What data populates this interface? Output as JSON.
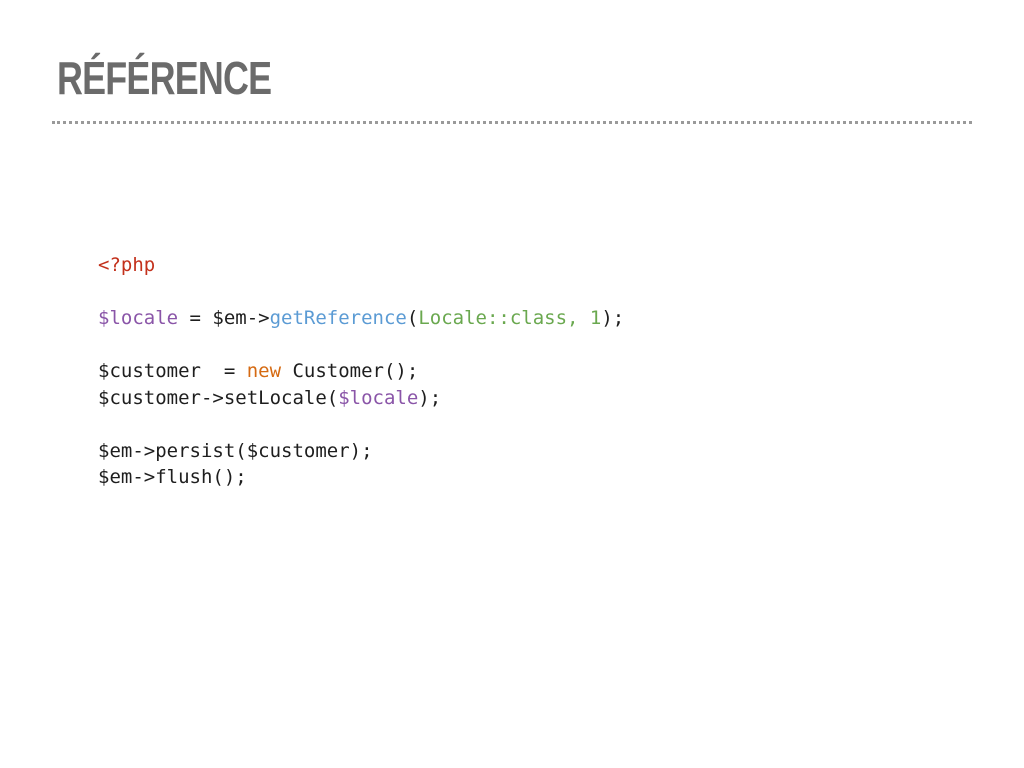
{
  "slide": {
    "title": "RÉFÉRENCE"
  },
  "code": {
    "colors": {
      "tag": "#c3311c",
      "variable": "#8a55a8",
      "function": "#5b9bd4",
      "string": "#6aa84f",
      "keyword": "#d56a12",
      "plain": "#1e1e1e"
    },
    "lines": [
      {
        "tokens": [
          {
            "t": "<?php",
            "c": "tag"
          }
        ]
      },
      {
        "tokens": []
      },
      {
        "tokens": [
          {
            "t": "$locale",
            "c": "var"
          },
          {
            "t": " = $em->",
            "c": "plain"
          },
          {
            "t": "getReference",
            "c": "func"
          },
          {
            "t": "(",
            "c": "plain"
          },
          {
            "t": "Locale::class, 1",
            "c": "str"
          },
          {
            "t": ");",
            "c": "plain"
          }
        ]
      },
      {
        "tokens": []
      },
      {
        "tokens": [
          {
            "t": "$customer  = ",
            "c": "plain"
          },
          {
            "t": "new",
            "c": "kw"
          },
          {
            "t": " Customer();",
            "c": "plain"
          }
        ]
      },
      {
        "tokens": [
          {
            "t": "$customer->setLocale(",
            "c": "plain"
          },
          {
            "t": "$locale",
            "c": "var"
          },
          {
            "t": ");",
            "c": "plain"
          }
        ]
      },
      {
        "tokens": []
      },
      {
        "tokens": [
          {
            "t": "$em->persist($customer);",
            "c": "plain"
          }
        ]
      },
      {
        "tokens": [
          {
            "t": "$em->flush();",
            "c": "plain"
          }
        ]
      }
    ]
  }
}
